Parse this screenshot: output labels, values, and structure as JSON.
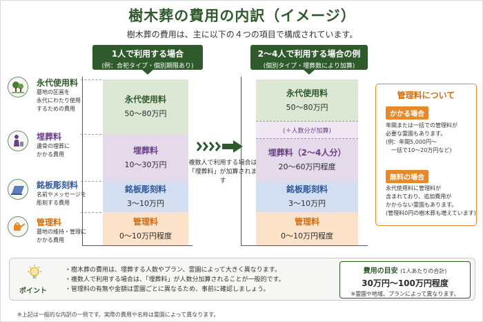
{
  "title": "樹木葬の費用の内訳（イメージ）",
  "subtitle": "樹木葬の費用は、主に以下の４つの項目で構成されています。",
  "left_column": {
    "heading": "1人で利用する場合",
    "subheading": "(例：合祀タイプ・個別期限あり)",
    "bars": [
      {
        "label": "永代使用料",
        "value": "50〜80万円",
        "color": "#dce8d3"
      },
      {
        "label": "埋葬料",
        "value": "10〜30万円",
        "color": "#e4daea"
      },
      {
        "label": "銘板彫刻料",
        "value": "3〜10万円",
        "color": "#d3dff1"
      },
      {
        "label": "管理料",
        "value": "0〜10万円程度",
        "color": "#fbe2c8"
      }
    ]
  },
  "right_column": {
    "heading": "2〜4人で利用する場合の例",
    "subheading": "(個別タイプ・埋葬数により加算)",
    "bars": [
      {
        "label": "永代使用料",
        "value": "50〜80万円",
        "color": "#dce8d3"
      },
      {
        "label": "(＋人数分が加算)",
        "value": "",
        "color": "#efe8f3"
      },
      {
        "label": "埋葬料（2〜4人分）",
        "value": "20〜60万円程度",
        "color": "#e4daea"
      },
      {
        "label": "銘板彫刻料",
        "value": "3〜10万円",
        "color": "#d3dff1"
      },
      {
        "label": "管理料",
        "value": "0〜10万円程度",
        "color": "#fbe2c8"
      }
    ]
  },
  "legend": [
    {
      "icon": "tree-icon",
      "title": "永代使用料",
      "desc": [
        "墓地の区画を",
        "永代にわたり使用",
        "するための費用"
      ],
      "color": "#2f5a2c"
    },
    {
      "icon": "person-icon",
      "title": "埋葬料",
      "desc": [
        "遺骨の埋葬に",
        "かかる費用"
      ],
      "color": "#6b3f86"
    },
    {
      "icon": "plaque-icon",
      "title": "銘板彫刻料",
      "desc": [
        "名前やメッセージを",
        "彫刻する費用"
      ],
      "color": "#2f5a9a"
    },
    {
      "icon": "watering-can-icon",
      "title": "管理料",
      "desc": [
        "墓地の維持・管理に",
        "かかる費用"
      ],
      "color": "#d06e12"
    }
  ],
  "arrow_note": [
    "複数人で利用する場合は",
    "「埋葬料」が加算されます"
  ],
  "side_panel": {
    "title": "管理料について",
    "case1_badge": "かかる場合",
    "case1_desc": [
      "年間または一括での管理料が",
      "必要な霊園もあります。",
      "(例：年間5,000円〜",
      "　一括で10〜20万円など)"
    ],
    "case2_badge": "無料の場合",
    "case2_desc": [
      "永代使用料に管理料が",
      "含まれており、追加費用が",
      "かからない霊園もあります。",
      "(管理料0円の樹木葬も増えています)"
    ]
  },
  "point": {
    "label": "ポイント",
    "items": [
      "樹木葬の費用は、埋葬する人数やプラン、霊園によって大きく異なります。",
      "複数人で利用する場合は、「埋葬料」が人数分加算されることが一般的です。",
      "管理料の有無や金額は霊園ごとに異なるため、事前に確認しましょう。"
    ],
    "guide_title": "費用の目安",
    "guide_note": "(1人あたりの合計)",
    "guide_value": "30万円〜100万円程度",
    "guide_sub": "※霊園や地域、プランによって異なります。"
  },
  "footnote": "※上記は一般的な内訳の一例です。実際の費用や名称は霊園によって異なります。"
}
